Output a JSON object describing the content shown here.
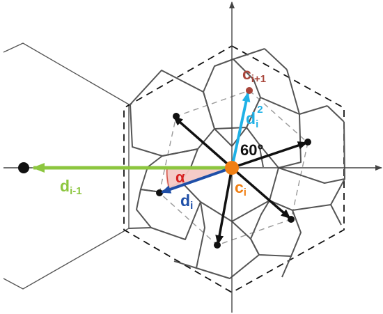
{
  "labels": {
    "d_prev": "d",
    "d_prev_sub": "i-1",
    "c_next": "c",
    "c_next_sub": "i+1",
    "d_i2": "d",
    "d_i2_sub": "i",
    "d_i2_sup": "2",
    "angle_60": "60°",
    "alpha": "α",
    "d_i": "d",
    "d_i_sub": "i",
    "c_i": "c",
    "c_i_sub": "i"
  },
  "colors": {
    "green": "#8cc63f",
    "cyan": "#1fb1e6",
    "blue": "#1f4fa8",
    "orange": "#f07f13",
    "brown": "#a8453a",
    "pink": "#f4c9c5",
    "black": "#111111",
    "grid": "#555555",
    "axis": "#444444"
  }
}
